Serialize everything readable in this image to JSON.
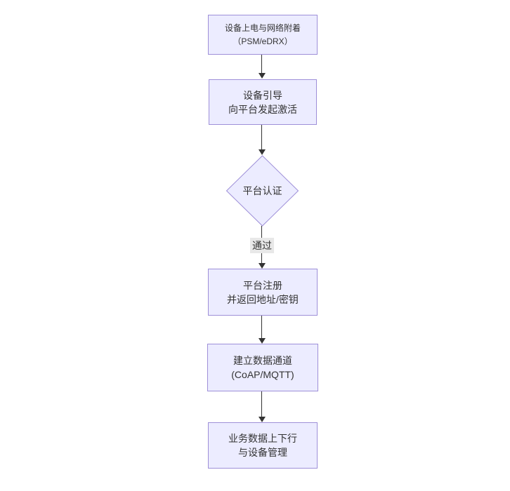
{
  "page": {
    "background": "#ffffff"
  },
  "diagram": {
    "type": "flowchart",
    "direction": "top-down",
    "colors": {
      "background": "#ffffff",
      "node_fill": "#ECECFF",
      "node_border": "#9e8fd8",
      "edge_color": "#333333",
      "edge_label_bg": "#e8e8e8",
      "text_color": "#333333"
    },
    "nodes": [
      {
        "shape": "rect",
        "lines": [
          "设备上电与网络附着",
          "（PSM/eDRX）"
        ]
      },
      {
        "shape": "rect",
        "lines": [
          "设备引导",
          "向平台发起激活"
        ]
      },
      {
        "shape": "diamond",
        "lines": [
          "平台认证"
        ]
      },
      {
        "shape": "rect",
        "lines": [
          "平台注册",
          "并返回地址/密钥"
        ]
      },
      {
        "shape": "rect",
        "lines": [
          "建立数据通道",
          "(CoAP/MQTT)"
        ]
      },
      {
        "shape": "rect",
        "lines": [
          "业务数据上下行",
          "与设备管理"
        ]
      }
    ],
    "edges": [
      {
        "from": 0,
        "to": 1,
        "label": ""
      },
      {
        "from": 1,
        "to": 2,
        "label": ""
      },
      {
        "from": 2,
        "to": 3,
        "label": "通过"
      },
      {
        "from": 3,
        "to": 4,
        "label": ""
      },
      {
        "from": 4,
        "to": 5,
        "label": ""
      }
    ]
  }
}
